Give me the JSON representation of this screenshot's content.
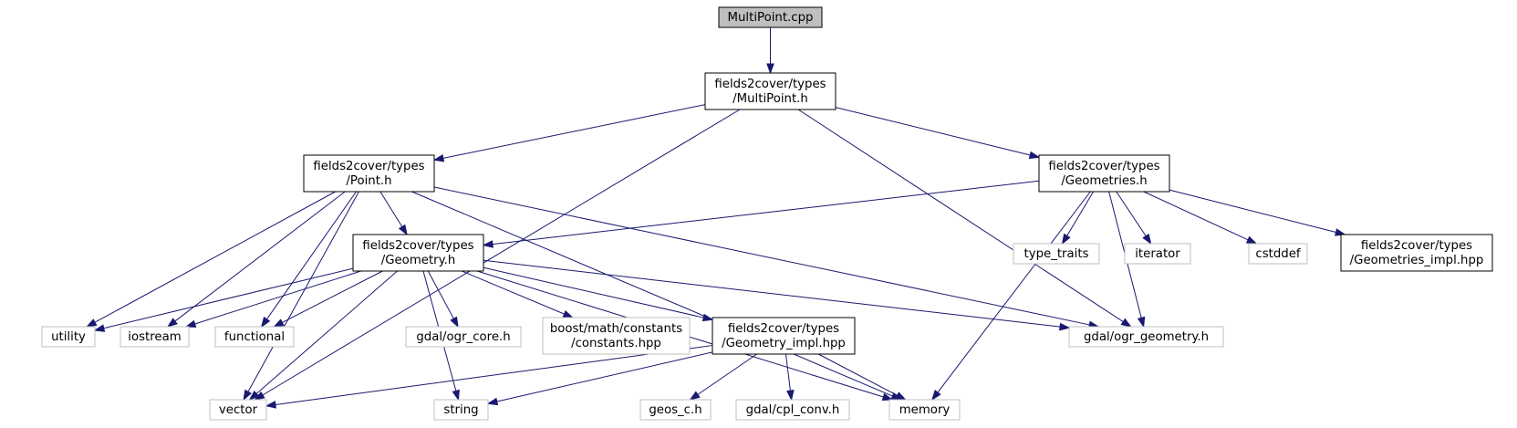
{
  "graph": {
    "nodes": [
      {
        "id": "multipoint_cpp",
        "name": "node-multipoint-cpp",
        "lines": [
          "MultiPoint.cpp"
        ],
        "kind": "root"
      },
      {
        "id": "multipoint_h",
        "name": "node-fields2cover-types-multipoint-h",
        "lines": [
          "fields2cover/types",
          "/MultiPoint.h"
        ],
        "kind": "project"
      },
      {
        "id": "point_h",
        "name": "node-fields2cover-types-point-h",
        "lines": [
          "fields2cover/types",
          "/Point.h"
        ],
        "kind": "project"
      },
      {
        "id": "geometries_h",
        "name": "node-fields2cover-types-geometries-h",
        "lines": [
          "fields2cover/types",
          "/Geometries.h"
        ],
        "kind": "project"
      },
      {
        "id": "geometry_h",
        "name": "node-fields2cover-types-geometry-h",
        "lines": [
          "fields2cover/types",
          "/Geometry.h"
        ],
        "kind": "project"
      },
      {
        "id": "type_traits",
        "name": "node-type-traits",
        "lines": [
          "type_traits"
        ],
        "kind": "system"
      },
      {
        "id": "iterator",
        "name": "node-iterator",
        "lines": [
          "iterator"
        ],
        "kind": "system"
      },
      {
        "id": "cstddef",
        "name": "node-cstddef",
        "lines": [
          "cstddef"
        ],
        "kind": "system"
      },
      {
        "id": "geometries_impl",
        "name": "node-fields2cover-types-geometries-impl-hpp",
        "lines": [
          "fields2cover/types",
          "/Geometries_impl.hpp"
        ],
        "kind": "project"
      },
      {
        "id": "utility",
        "name": "node-utility",
        "lines": [
          "utility"
        ],
        "kind": "system"
      },
      {
        "id": "iostream",
        "name": "node-iostream",
        "lines": [
          "iostream"
        ],
        "kind": "system"
      },
      {
        "id": "functional",
        "name": "node-functional",
        "lines": [
          "functional"
        ],
        "kind": "system"
      },
      {
        "id": "gdal_ogr_core",
        "name": "node-gdal-ogr-core-h",
        "lines": [
          "gdal/ogr_core.h"
        ],
        "kind": "system"
      },
      {
        "id": "boost_constants",
        "name": "node-boost-math-constants-hpp",
        "lines": [
          "boost/math/constants",
          "/constants.hpp"
        ],
        "kind": "system"
      },
      {
        "id": "geometry_impl",
        "name": "node-fields2cover-types-geometry-impl-hpp",
        "lines": [
          "fields2cover/types",
          "/Geometry_impl.hpp"
        ],
        "kind": "project"
      },
      {
        "id": "gdal_ogr_geometry",
        "name": "node-gdal-ogr-geometry-h",
        "lines": [
          "gdal/ogr_geometry.h"
        ],
        "kind": "system"
      },
      {
        "id": "vector",
        "name": "node-vector",
        "lines": [
          "vector"
        ],
        "kind": "system"
      },
      {
        "id": "string",
        "name": "node-string",
        "lines": [
          "string"
        ],
        "kind": "system"
      },
      {
        "id": "geos_c",
        "name": "node-geos-c-h",
        "lines": [
          "geos_c.h"
        ],
        "kind": "system"
      },
      {
        "id": "gdal_cpl_conv",
        "name": "node-gdal-cpl-conv-h",
        "lines": [
          "gdal/cpl_conv.h"
        ],
        "kind": "system"
      },
      {
        "id": "memory",
        "name": "node-memory",
        "lines": [
          "memory"
        ],
        "kind": "system"
      }
    ],
    "edges": [
      [
        "multipoint_cpp",
        "multipoint_h"
      ],
      [
        "multipoint_h",
        "point_h"
      ],
      [
        "multipoint_h",
        "geometries_h"
      ],
      [
        "multipoint_h",
        "vector"
      ],
      [
        "multipoint_h",
        "gdal_ogr_geometry"
      ],
      [
        "point_h",
        "geometry_h"
      ],
      [
        "point_h",
        "utility"
      ],
      [
        "point_h",
        "iostream"
      ],
      [
        "point_h",
        "functional"
      ],
      [
        "point_h",
        "vector"
      ],
      [
        "point_h",
        "memory"
      ],
      [
        "point_h",
        "gdal_ogr_geometry"
      ],
      [
        "geometries_h",
        "geometry_h"
      ],
      [
        "geometries_h",
        "type_traits"
      ],
      [
        "geometries_h",
        "iterator"
      ],
      [
        "geometries_h",
        "cstddef"
      ],
      [
        "geometries_h",
        "geometries_impl"
      ],
      [
        "geometries_h",
        "gdal_ogr_geometry"
      ],
      [
        "geometries_h",
        "memory"
      ],
      [
        "geometry_h",
        "utility"
      ],
      [
        "geometry_h",
        "iostream"
      ],
      [
        "geometry_h",
        "functional"
      ],
      [
        "geometry_h",
        "vector"
      ],
      [
        "geometry_h",
        "string"
      ],
      [
        "geometry_h",
        "gdal_ogr_core"
      ],
      [
        "geometry_h",
        "boost_constants"
      ],
      [
        "geometry_h",
        "geometry_impl"
      ],
      [
        "geometry_h",
        "gdal_ogr_geometry"
      ],
      [
        "geometry_h",
        "memory"
      ],
      [
        "geometry_impl",
        "vector"
      ],
      [
        "geometry_impl",
        "string"
      ],
      [
        "geometry_impl",
        "geos_c"
      ],
      [
        "geometry_impl",
        "gdal_cpl_conv"
      ],
      [
        "geometry_impl",
        "memory"
      ]
    ]
  }
}
